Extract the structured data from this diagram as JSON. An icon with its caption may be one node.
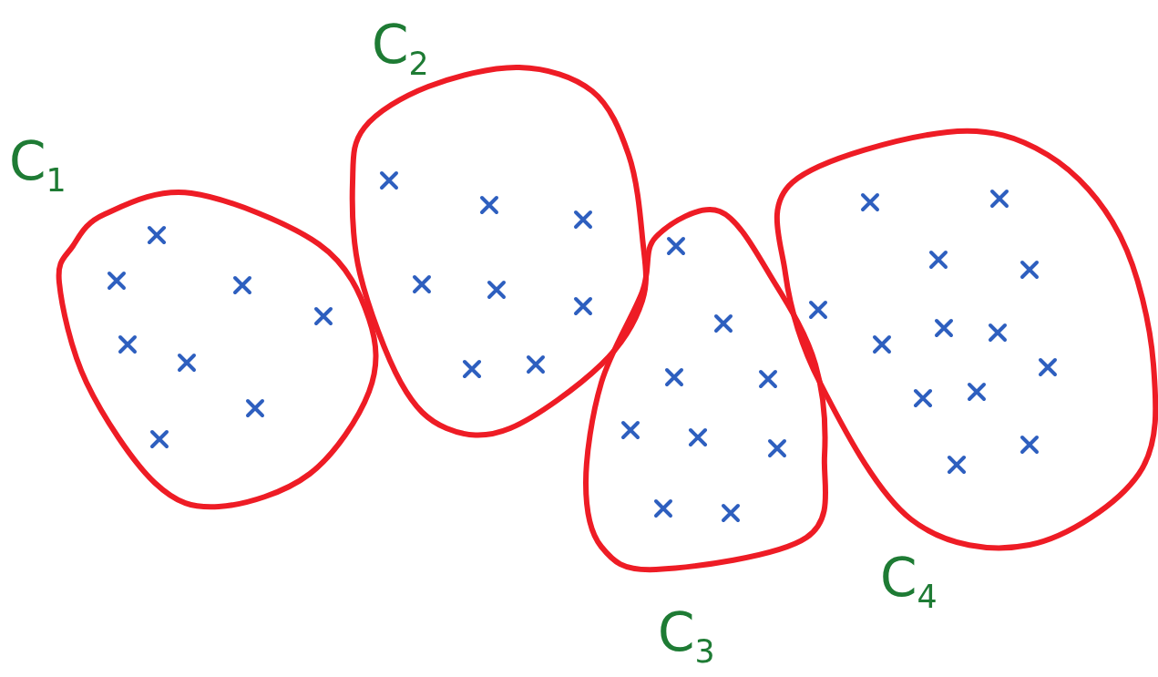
{
  "diagram": {
    "nodes": [
      {
        "text": [
          "C$_{1}$"
        ]
      },
      {
        "text": [
          "C$_{2}$"
        ]
      },
      {
        "text": [
          "C$_{3}$"
        ]
      },
      {
        "text": [
          "C$_{4}$"
        ]
      }
    ],
    "edges": []
  }
}
